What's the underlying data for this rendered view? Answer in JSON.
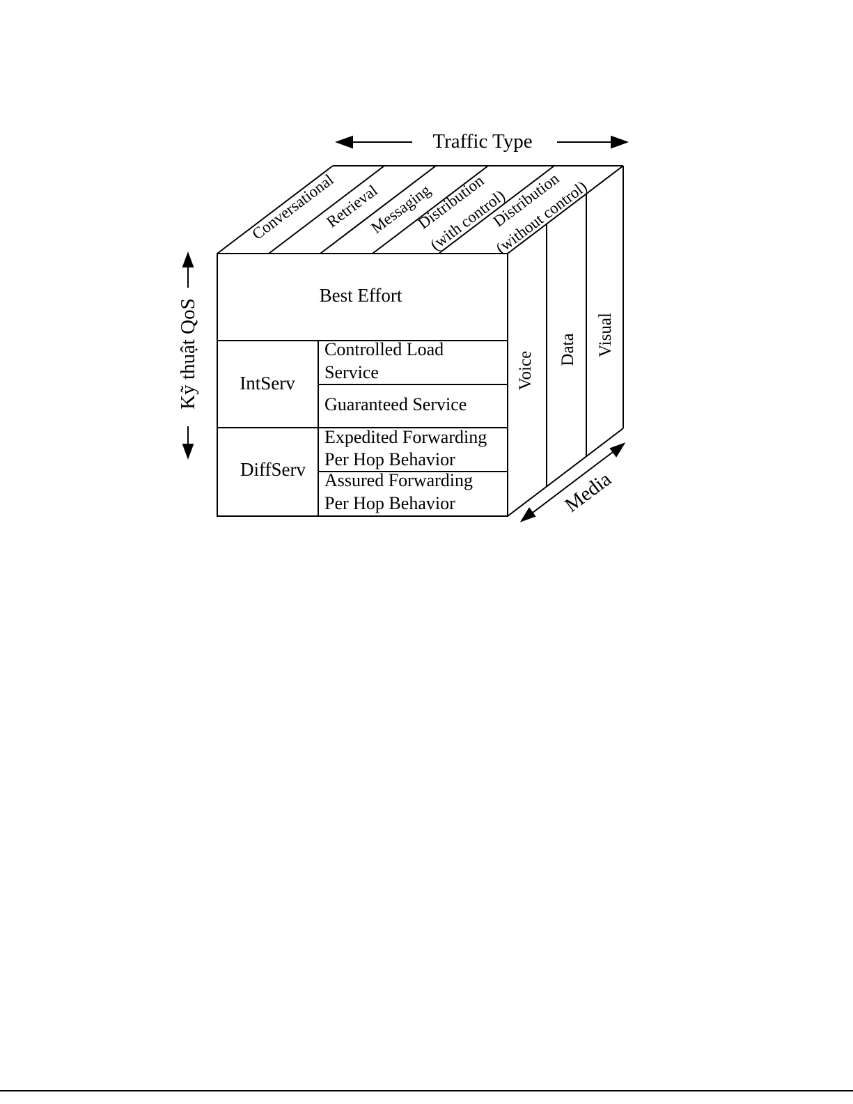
{
  "axes": {
    "traffic_type": "Traffic Type",
    "qos_technique": "Kỹ thuật QoS",
    "media": "Media"
  },
  "traffic_types": {
    "conversational": "Conversational",
    "retrieval": "Retrieval",
    "messaging": "Messaging",
    "distribution_with_control_line1": "Distribution",
    "distribution_with_control_line2": "(with control)",
    "distribution_without_control_line1": "Distribution",
    "distribution_without_control_line2": "(without control)"
  },
  "qos": {
    "best_effort": "Best Effort",
    "intserv": "IntServ",
    "controlled_load_line1": "Controlled Load",
    "controlled_load_line2": "Service",
    "guaranteed_service": "Guaranteed Service",
    "diffserv": "DiffServ",
    "expedited_line1": "Expedited Forwarding",
    "expedited_line2": "Per Hop Behavior",
    "assured_line1": "Assured Forwarding",
    "assured_line2": "Per Hop Behavior"
  },
  "media_types": {
    "voice": "Voice",
    "data": "Data",
    "visual": "Visual"
  }
}
